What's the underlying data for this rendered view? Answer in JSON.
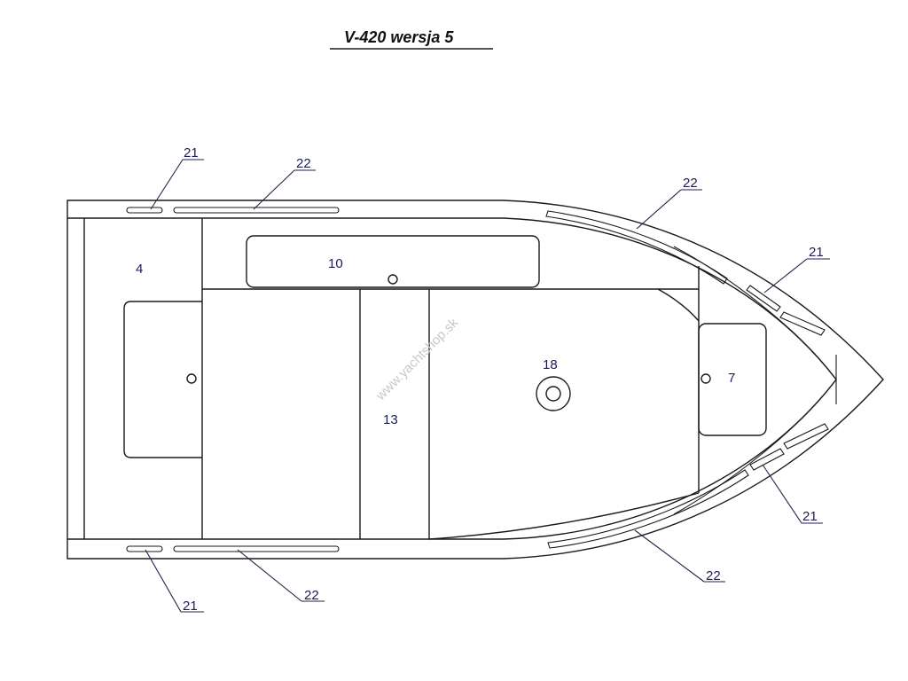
{
  "title": "V-420 wersja 5",
  "watermark": "www.yachtshop.sk",
  "labels": {
    "l4": "4",
    "l10": "10",
    "l13": "13",
    "l18": "18",
    "l7": "7",
    "l21a": "21",
    "l22a": "22",
    "l22b": "22",
    "l21b": "21",
    "l21c": "21",
    "l22c": "22",
    "l22d": "22",
    "l21d": "21"
  },
  "colors": {
    "line": "#1a1a1a",
    "label": "#1c1c5a"
  }
}
